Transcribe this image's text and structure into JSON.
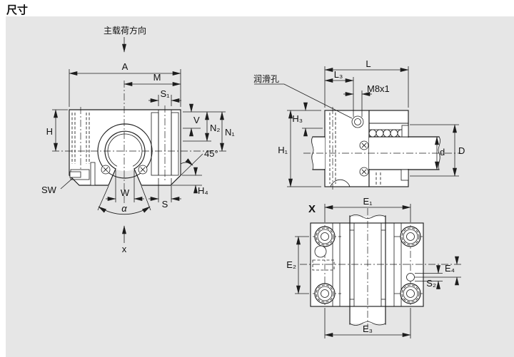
{
  "title": "尺寸",
  "colors": {
    "panel_bg": "#e6e6e6",
    "page_bg": "#ffffff",
    "line": "#1d1d1d",
    "text": "#111111"
  },
  "front_view": {
    "load_direction": "主载荷方向",
    "axis_label": "x",
    "dims": {
      "A": "A",
      "M": "M",
      "S1": "S₁",
      "V": "V",
      "N2": "N₂",
      "N1": "N₁",
      "H": "H",
      "SW": "SW",
      "W": "W",
      "alpha": "α",
      "S": "S",
      "H4": "H₄",
      "chamfer": "45°"
    }
  },
  "side_view": {
    "lube_label": "润滑孔",
    "dims": {
      "L": "L",
      "L3": "L₃",
      "thread": "M8x1",
      "H3": "H₃",
      "H1": "H₁",
      "d": "d",
      "D": "D"
    }
  },
  "top_view": {
    "view_label": "X",
    "dims": {
      "E1": "E₁",
      "E2": "E₂",
      "E3": "E₃",
      "E4": "E₄",
      "S2": "S₂"
    }
  }
}
